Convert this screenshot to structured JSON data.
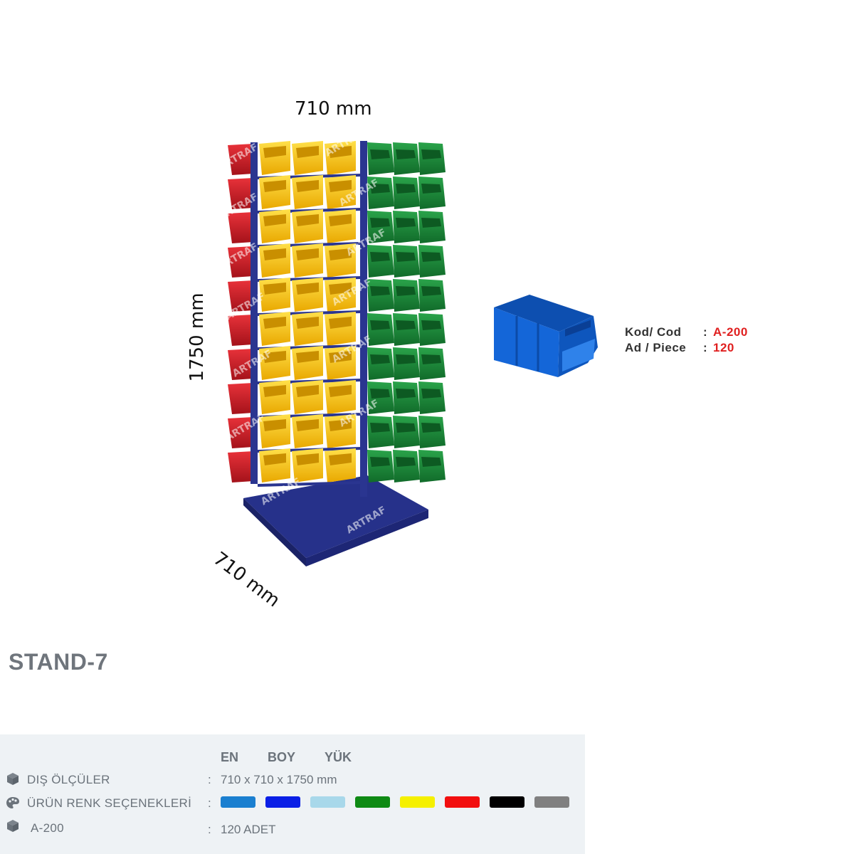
{
  "dimensions": {
    "width_label": "710 mm",
    "height_label": "1750 mm",
    "depth_label": "710 mm"
  },
  "bin_info": {
    "code_label": "Kod/ Cod",
    "code_value": "A-200",
    "piece_label": "Ad / Piece",
    "piece_value": "120"
  },
  "watermark": "ARTRAF",
  "product_title": "STAND-7",
  "spec": {
    "headers": [
      "EN",
      "BOY",
      "YÜK"
    ],
    "rows": [
      {
        "label": "DIŞ ÖLÇÜLER",
        "value": "710 x 710 x 1750 mm",
        "icon": "box-icon"
      },
      {
        "label": "ÜRÜN RENK SEÇENEKLERİ",
        "icon": "palette-icon"
      },
      {
        "label": "A-200",
        "value": "120 ADET",
        "icon": "box-icon"
      }
    ],
    "colon": ":",
    "color_options": [
      "#1a7fd0",
      "#0a1fe6",
      "#a8d8ea",
      "#0e8a14",
      "#f5f000",
      "#f20f0f",
      "#000000",
      "#808080"
    ]
  },
  "colors": {
    "frame": "#2a3590",
    "bin_red": "#d31f25",
    "bin_yellow": "#f6c300",
    "bin_green": "#1d8a3a",
    "bin_blue": "#1267d8"
  }
}
